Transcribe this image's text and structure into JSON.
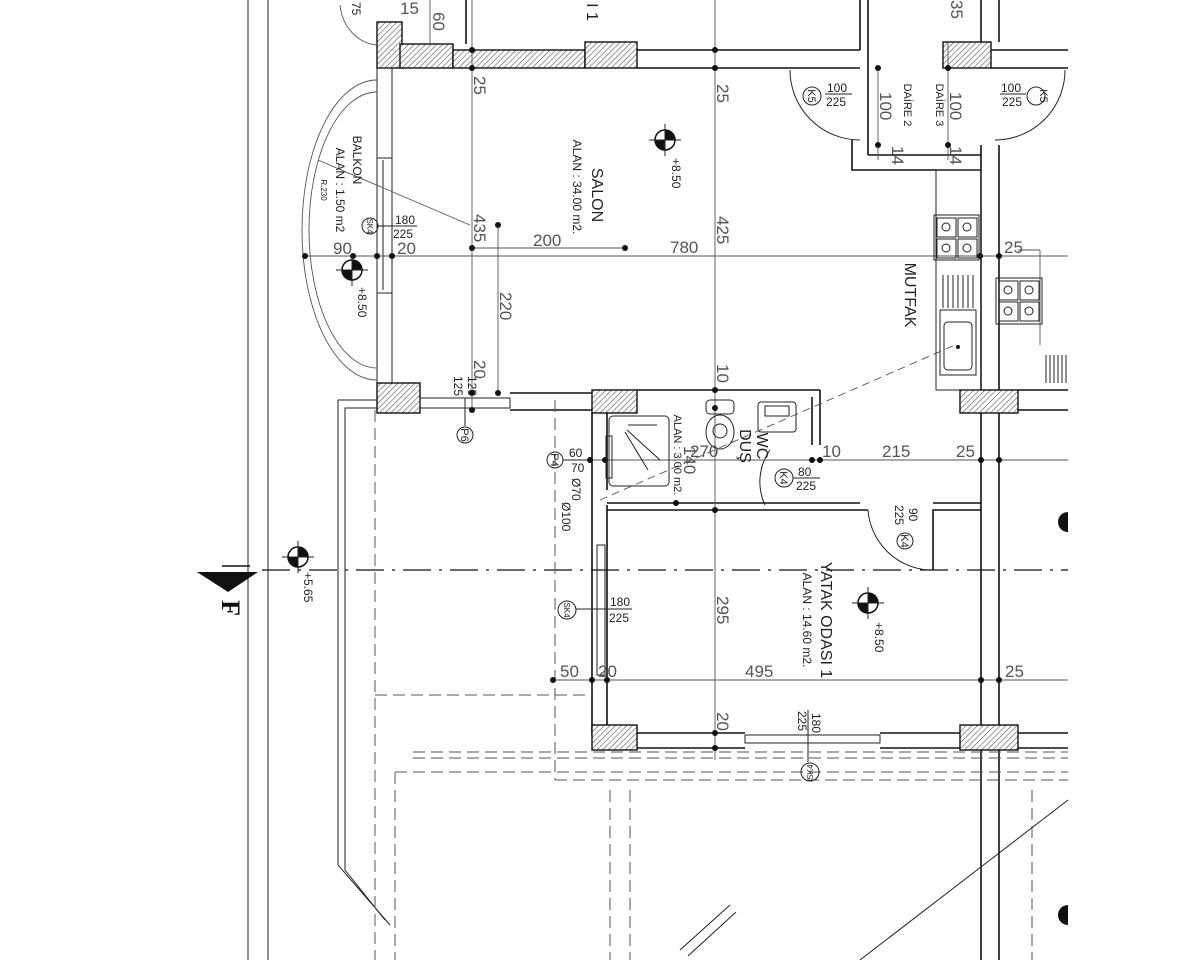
{
  "rooms": {
    "salon": {
      "name": "SALON",
      "area": "ALAN : 34.00 m2."
    },
    "balkon": {
      "name": "BALKON",
      "area": "ALAN : 1.50 m2",
      "radius": "R.230"
    },
    "mutfak": {
      "name": "MUTFAK"
    },
    "wc": {
      "name": "WC",
      "name2": "DUŞ",
      "area": "ALAN : 3.00 m2."
    },
    "yatak": {
      "name": "YATAK ODASI 1",
      "area": "ALAN : 14.60 m2."
    },
    "top_fragment": "I 1",
    "daire2": "DAİRE 2",
    "daire3": "DAİRE 3"
  },
  "levels": {
    "salon": "+8.50",
    "balkon": "+8.50",
    "yatak": "+8.50",
    "outside": "+5.65"
  },
  "section_marker": "F",
  "dimensions": {
    "top_75": "75",
    "top_15": "15",
    "top_60": "60",
    "top_35": "35",
    "v25_a": "25",
    "v25_b": "25",
    "v435": "435",
    "v425": "425",
    "v220": "220",
    "v20_a": "20",
    "v10": "10",
    "v295": "295",
    "v20_b": "20",
    "v100_a": "100",
    "v100_b": "100",
    "v14_a": "14",
    "v14_b": "14",
    "h200": "200",
    "h780": "780",
    "h90": "90",
    "h20_a": "20",
    "h25_a": "25",
    "h270": "270",
    "h140": "140",
    "h10": "10",
    "h215": "215",
    "h25_b": "25",
    "h495": "495",
    "h50": "50",
    "h20_b": "20",
    "h25_c": "25"
  },
  "tags": {
    "sk4_balkon": {
      "code": "SK4",
      "w": "180",
      "h": "225"
    },
    "p6": {
      "code": "P6",
      "w": "120",
      "h": "125"
    },
    "p4": {
      "code": "P4",
      "w": "60",
      "h": "70",
      "pipe1": "Ø70",
      "pipe2": "Ø100"
    },
    "k4_wc": {
      "code": "K4",
      "w": "80",
      "h": "225"
    },
    "k4_yatak": {
      "code": "K4",
      "w": "90",
      "h": "225"
    },
    "sk4_yatak": {
      "code": "SK4",
      "w": "180",
      "h": "225"
    },
    "sk4_bottom": {
      "code": "SK4",
      "w": "180",
      "h": "225"
    },
    "k5_left": {
      "code": "K5",
      "w": "100",
      "h": "225"
    },
    "k5_right": {
      "code": "K5",
      "w": "100",
      "h": "225"
    }
  }
}
